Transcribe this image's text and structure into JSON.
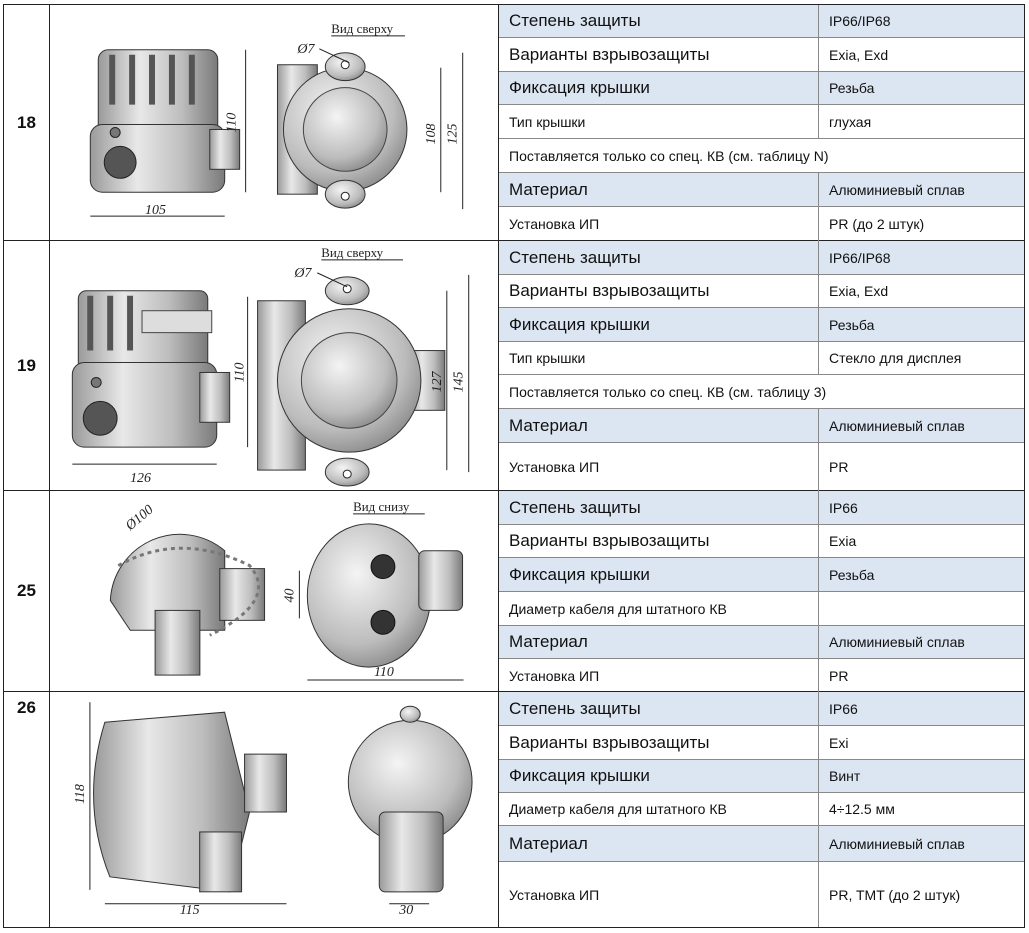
{
  "rows": [
    {
      "number": "18",
      "view_label": "Вид сверху",
      "dims": {
        "hole": "Ø7",
        "height": "110",
        "width": "105",
        "top_a": "108",
        "top_b": "125"
      },
      "specs": [
        {
          "key": "Степень защиты",
          "value": "IP66/IP68"
        },
        {
          "key": "Варианты взрывозащиты",
          "value": "Exia, Exd"
        },
        {
          "key": "Фиксация крышки",
          "value": "Резьба"
        },
        {
          "key": "Тип крышки",
          "value": "глухая"
        },
        {
          "key": "Поставляется только со спец. КВ (см. таблицу N)",
          "value": ""
        },
        {
          "key": "Материал",
          "value": "Алюминиевый сплав"
        },
        {
          "key": "Установка ИП",
          "value": "PR (до 2 штук)"
        }
      ]
    },
    {
      "number": "19",
      "view_label": "Вид сверху",
      "dims": {
        "hole": "Ø7",
        "height": "110",
        "width": "126",
        "top_a": "127",
        "top_b": "145"
      },
      "specs": [
        {
          "key": "Степень защиты",
          "value": "IP66/IP68"
        },
        {
          "key": "Варианты взрывозащиты",
          "value": "Exia, Exd"
        },
        {
          "key": "Фиксация крышки",
          "value": "Резьба"
        },
        {
          "key": "Тип крышки",
          "value": "Стекло для дисплея"
        },
        {
          "key": "Поставляется только со спец. КВ (см. таблицу 3)",
          "value": ""
        },
        {
          "key": "Материал",
          "value": "Алюминиевый сплав"
        },
        {
          "key": "Установка ИП",
          "value": "PR"
        }
      ]
    },
    {
      "number": "25",
      "view_label": "Вид снизу",
      "dims": {
        "diameter": "Ø100",
        "height": "40",
        "width": "110"
      },
      "specs": [
        {
          "key": "Степень защиты",
          "value": "IP66"
        },
        {
          "key": "Варианты взрывозащиты",
          "value": "Exia"
        },
        {
          "key": "Фиксация крышки",
          "value": "Резьба"
        },
        {
          "key": "Диаметр кабеля для штатного КВ",
          "value": ""
        },
        {
          "key": "Материал",
          "value": "Алюминиевый сплав"
        },
        {
          "key": "Установка ИП",
          "value": "PR"
        }
      ]
    },
    {
      "number": "26",
      "dims": {
        "height": "118",
        "width": "115",
        "small": "30"
      },
      "specs": [
        {
          "key": "Степень защиты",
          "value": "IP66"
        },
        {
          "key": "Варианты взрывозащиты",
          "value": "Exi"
        },
        {
          "key": "Фиксация крышки",
          "value": "Винт"
        },
        {
          "key": "Диаметр кабеля для штатного КВ",
          "value": "4÷12.5 мм"
        },
        {
          "key": "Материал",
          "value": "Алюминиевый сплав"
        },
        {
          "key": "Установка ИП",
          "value": "PR, TMT (до 2 штук)"
        }
      ]
    }
  ]
}
